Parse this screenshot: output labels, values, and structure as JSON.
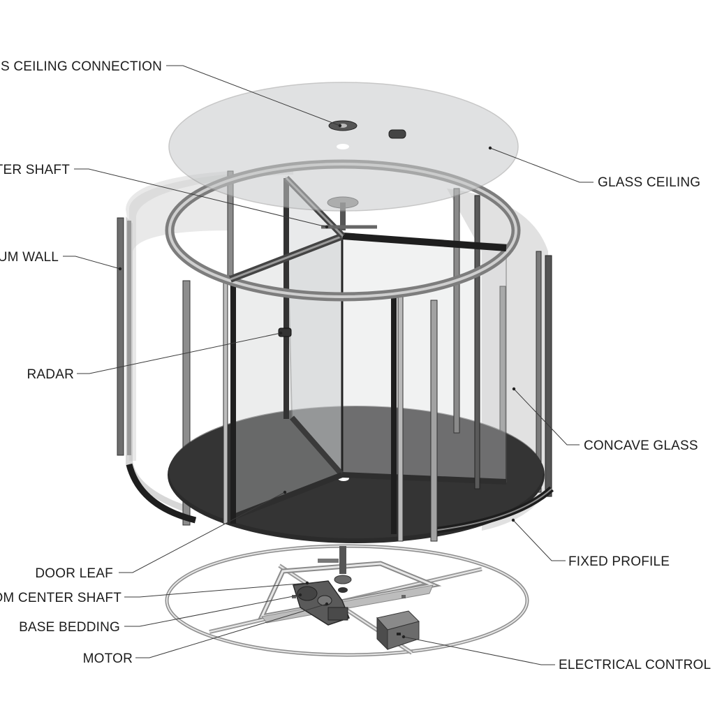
{
  "labels": {
    "glass_ceiling_connection": "SS CEILING CONNECTION",
    "center_shaft_top": "TER SHAFT",
    "drum_wall": "UM WALL",
    "radar": "RADAR",
    "door_leaf": "DOOR LEAF",
    "bottom_center_shaft": "OM CENTER SHAFT",
    "base_bedding": "BASE BEDDING",
    "motor": "MOTOR",
    "glass_ceiling": "GLASS CEILING",
    "concave_glass": "CONCAVE GLASS",
    "fixed_profile": "FIXED PROFILE",
    "electrical_control": "ELECTRICAL CONTROL P"
  }
}
